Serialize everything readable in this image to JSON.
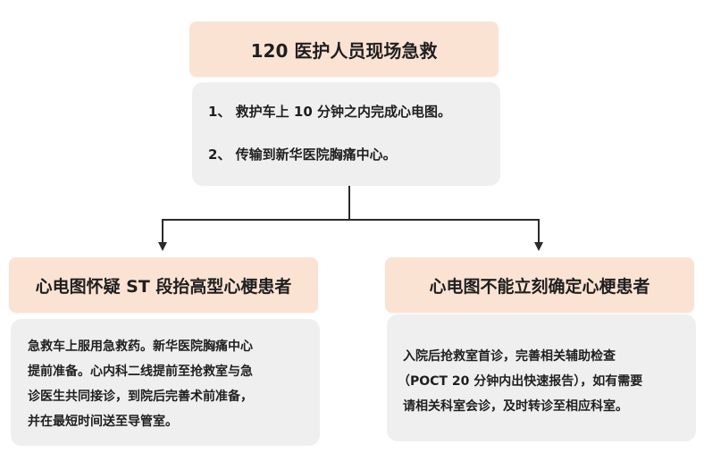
{
  "top": {
    "title": "120 医护人员现场急救",
    "items": [
      "1、 救护车上 10 分钟之内完成心电图。",
      "2、 传输到新华医院胸痛中心。"
    ]
  },
  "left": {
    "title": "心电图怀疑 ST 段抬高型心梗患者",
    "lines": [
      "急救车上服用急救药。新华医院胸痛中心",
      "提前准备。心内科二线提前至抢救室与急",
      "诊医生共同接诊，到院后完善术前准备，",
      "并在最短时间送至导管室。"
    ]
  },
  "right": {
    "title": "心电图不能立刻确定心梗患者",
    "lines": [
      "入院后抢救室首诊，完善相关辅助检查",
      "（POCT 20 分钟内出快速报告），如有需要",
      "请相关科室会诊，及时转诊至相应科室。"
    ]
  }
}
